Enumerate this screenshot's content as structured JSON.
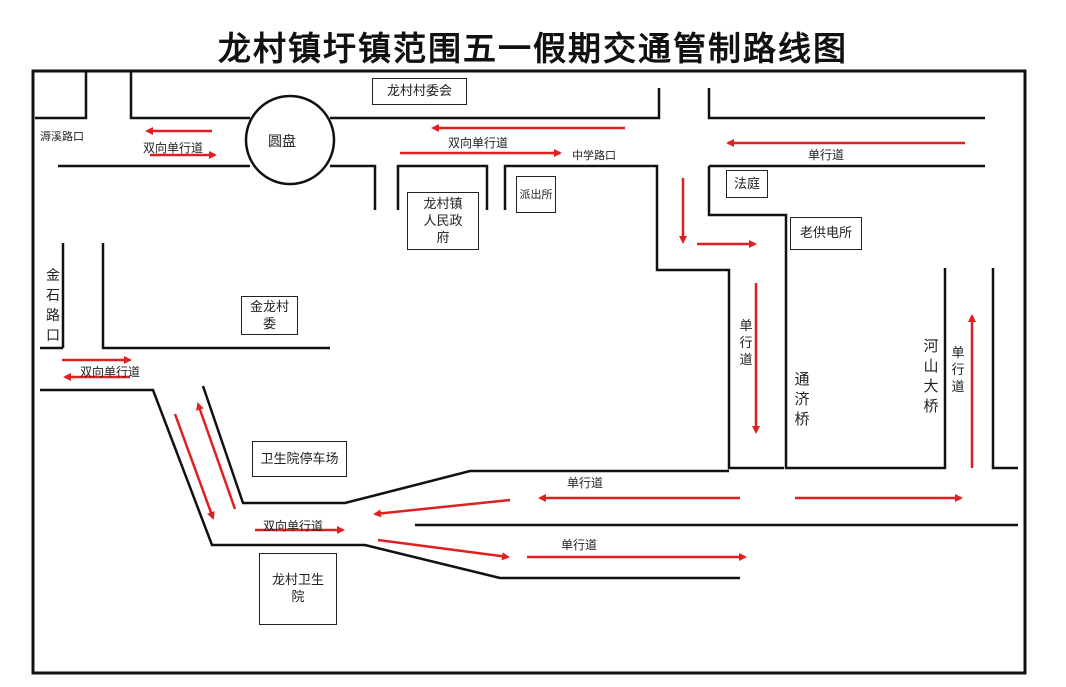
{
  "title": "龙村镇圩镇范围五一假期交通管制路线图",
  "places": {
    "village_committee": "龙村村委会",
    "roundabout": "圆盘",
    "town_government": "龙村镇人民政府",
    "police_station": "派出所",
    "court": "法庭",
    "power_station": "老供电所",
    "jinlong_committee": "金龙村委",
    "clinic_parking": "卫生院停车场",
    "health_center": "龙村卫生院"
  },
  "roads": {
    "yuanxi_road": "溽溪路口",
    "zhongxue_road": "中学路口",
    "jinshi_road": "金石路口",
    "tongji_bridge": "通济桥",
    "heshan_bridge": "河山大桥"
  },
  "traffic": {
    "two_way": "双向单行道",
    "one_way": "单行道"
  },
  "colors": {
    "arrow": "#e02020",
    "road_line": "#111111"
  }
}
